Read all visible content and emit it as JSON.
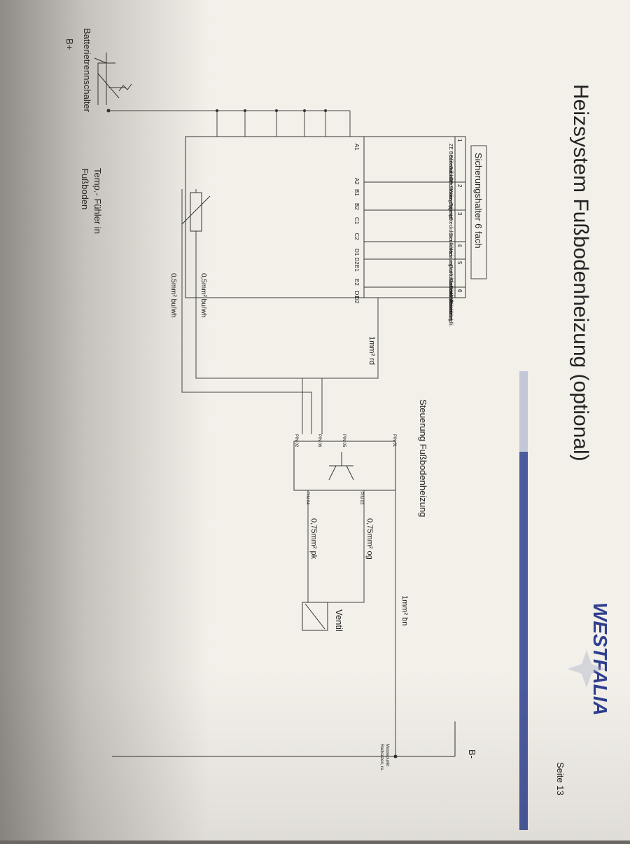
{
  "header": {
    "title": "Heizsystem Fußbodenheizung (optional)",
    "brand": "WESTFALIA",
    "page": "Seite 13"
  },
  "labels": {
    "b_plus": "B+",
    "b_minus": "B-",
    "battery_switch": "Batterietrennschalter",
    "fuse_box_title": "Sicherungshalter 6 fach",
    "control_unit": "Steuerung Fußbodenheizung",
    "valve": "Ventil",
    "temp_sensor_line1": "Temp.- Fühler in",
    "temp_sensor_line2": "Fußboden",
    "ground_point_line1": "Massepunkt",
    "ground_point_line2": "Radkasten, re."
  },
  "wires": {
    "w_1mm_rd": "1mm² rd",
    "w_1mm_bn": "1mm² bn",
    "w_075_og": "0,75mm² og",
    "w_075_pk": "0,75mm² pk",
    "w_05_top": "0,5mm² bu/wh",
    "w_05_bottom": "0,5mm² bu/wh"
  },
  "pins": {
    "p01": "PIN 01",
    "p02": "PIN 02",
    "p03": "PIN 03",
    "p04": "PIN 04",
    "p05": "PIN 05",
    "p06": "PIN 06"
  },
  "fuses": [
    {
      "no": "1",
      "entries": [
        {
          "text": "ZE Bedienteil,",
          "code": "A1"
        },
        {
          "text": "Boilerschalter,",
          "code": ""
        },
        {
          "text": "Funktionsbedienung",
          "code": ""
        },
        {
          "text": "ZE Steuergerät",
          "code": "A2"
        }
      ]
    },
    {
      "no": "2",
      "entries": [
        {
          "text": "Wasserpumpe",
          "code": "B1"
        },
        {
          "text": "Toilette",
          "code": "B2"
        }
      ]
    },
    {
      "no": "3",
      "entries": [
        {
          "text": "Steckdosen links",
          "code": "C1"
        },
        {
          "text": "Steckdosen rechts",
          "code": "C2"
        }
      ]
    },
    {
      "no": "4",
      "entries": [
        {
          "text": "Heizung",
          "code": "D1"
        },
        {
          "text": "",
          "code": "D2"
        }
      ]
    },
    {
      "no": "5",
      "entries": [
        {
          "text": "Dachstaukastenbel. re.",
          "code": "E1"
        },
        {
          "text": "Kühlboxbel., Piezozünd.",
          "code": ""
        },
        {
          "text": "Dachstaukastenbel. li.",
          "code": "E2"
        },
        {
          "text": "Badbeleuchtung",
          "code": ""
        }
      ]
    },
    {
      "no": "6",
      "entries": [
        {
          "text": "Kühlbox",
          "code": "D1"
        },
        {
          "text": "Trittstufe",
          "code": "D2"
        }
      ]
    }
  ],
  "colors": {
    "brand_blue": "#2f3f8f",
    "bar_blue": "#4c5a9e",
    "bar_light": "#b9bdd3"
  }
}
